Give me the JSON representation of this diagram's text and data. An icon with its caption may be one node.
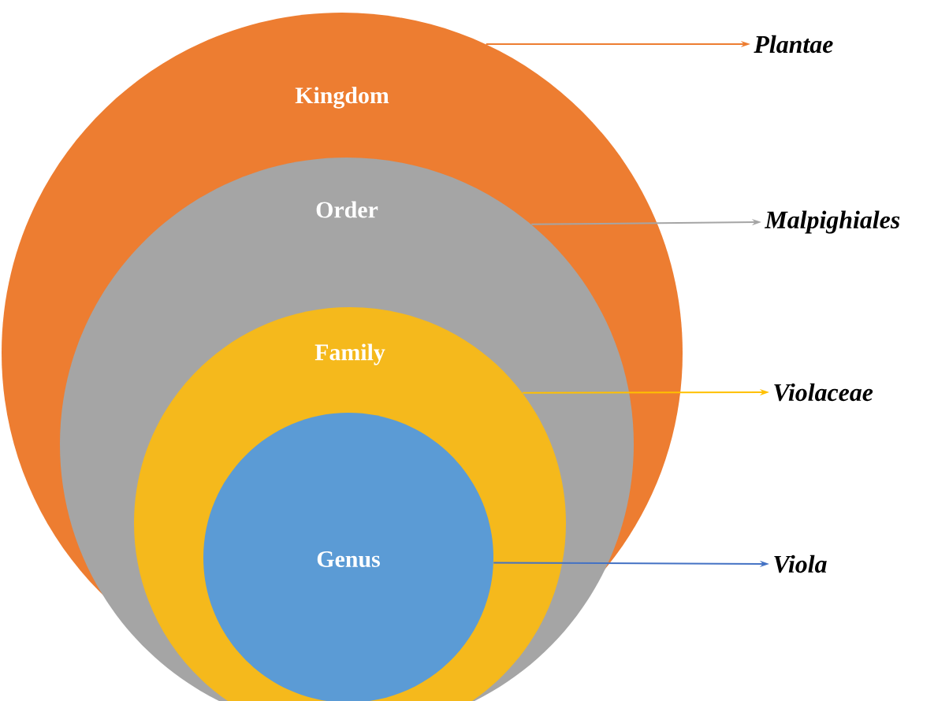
{
  "diagram": {
    "nodes": [
      {
        "text": [
          "Kingdom"
        ]
      },
      {
        "text": [
          "Order"
        ],
        "in": 0
      },
      {
        "text": [
          "Family"
        ],
        "in": 1
      },
      {
        "text": [
          "Genus"
        ],
        "in": 2
      },
      {
        "text": [
          "Plantae"
        ]
      },
      {
        "text": [
          "Malpighiales"
        ]
      },
      {
        "text": [
          "Violaceae"
        ]
      },
      {
        "text": [
          "Viola"
        ]
      }
    ],
    "edges": [
      {
        "from": 0,
        "to": 4,
        "arrow": "to",
        "color": "#ed7d31"
      },
      {
        "from": 1,
        "to": 5,
        "arrow": "to",
        "color": "#a5a5a5"
      },
      {
        "from": 2,
        "to": 6,
        "arrow": "to",
        "color": "#ffc000"
      },
      {
        "from": 3,
        "to": 7,
        "arrow": "to",
        "color": "#4472c4"
      }
    ]
  }
}
